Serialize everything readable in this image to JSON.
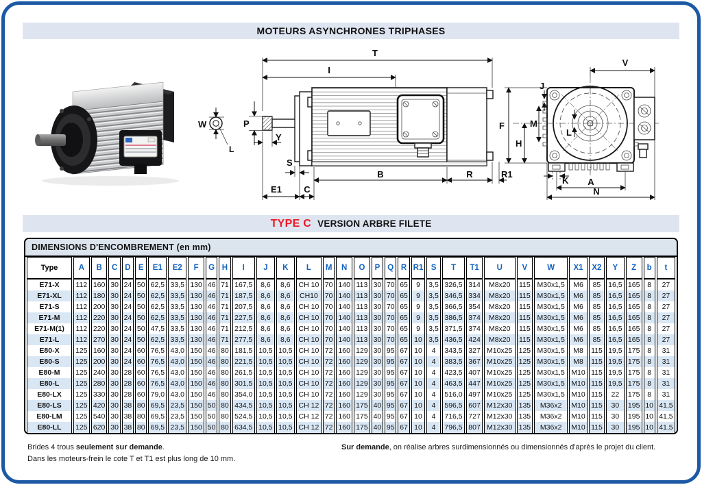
{
  "page_title": "MOTEURS ASYNCHRONES TRIPHASES",
  "section_header": {
    "type": "TYPE C",
    "version": "VERSION ARBRE FILETE"
  },
  "labels": {
    "T": "T",
    "I": "I",
    "S": "S",
    "B": "B",
    "R": "R",
    "R1": "R1",
    "E1": "E1",
    "C": "C",
    "W": "W",
    "P": "P",
    "Y": "Y",
    "L": "L",
    "V": "V",
    "F": "F",
    "H": "H",
    "M": "M",
    "J": "J",
    "K": "K",
    "A": "A",
    "N": "N"
  },
  "table": {
    "caption": "DIMENSIONS D'ENCOMBREMENT (en mm)",
    "type_header": "Type",
    "columns": [
      "A",
      "B",
      "C",
      "D",
      "E",
      "E1",
      "E2",
      "F",
      "G",
      "H",
      "I",
      "J",
      "K",
      "L",
      "M",
      "N",
      "O",
      "P",
      "Q",
      "R",
      "R1",
      "S",
      "T",
      "T1",
      "U",
      "V",
      "W",
      "X1",
      "X2",
      "Y",
      "Z",
      "b",
      "t"
    ],
    "rows": [
      {
        "type": "E71-X",
        "values": [
          "112",
          "160",
          "30",
          "24",
          "50",
          "62,5",
          "33,5",
          "130",
          "46",
          "71",
          "167,5",
          "8,6",
          "8,6",
          "CH 10",
          "70",
          "140",
          "113",
          "30",
          "70",
          "65",
          "9",
          "3,5",
          "326,5",
          "314",
          "M8x20",
          "115",
          "M30x1,5",
          "M6",
          "85",
          "16,5",
          "165",
          "8",
          "27"
        ]
      },
      {
        "type": "E71-XL",
        "values": [
          "112",
          "180",
          "30",
          "24",
          "50",
          "62,5",
          "33,5",
          "130",
          "46",
          "71",
          "187,5",
          "8,6",
          "8,6",
          "CH10",
          "70",
          "140",
          "113",
          "30",
          "70",
          "65",
          "9",
          "3,5",
          "346,5",
          "334",
          "M8x20",
          "115",
          "M30x1,5",
          "M6",
          "85",
          "16,5",
          "165",
          "8",
          "27"
        ]
      },
      {
        "type": "E71-S",
        "values": [
          "112",
          "200",
          "30",
          "24",
          "50",
          "62,5",
          "33,5",
          "130",
          "46",
          "71",
          "207,5",
          "8,6",
          "8,6",
          "CH 10",
          "70",
          "140",
          "113",
          "30",
          "70",
          "65",
          "9",
          "3,5",
          "366,5",
          "354",
          "M8x20",
          "115",
          "M30x1,5",
          "M6",
          "85",
          "16,5",
          "165",
          "8",
          "27"
        ]
      },
      {
        "type": "E71-M",
        "values": [
          "112",
          "220",
          "30",
          "24",
          "50",
          "62,5",
          "33,5",
          "130",
          "46",
          "71",
          "227,5",
          "8,6",
          "8,6",
          "CH 10",
          "70",
          "140",
          "113",
          "30",
          "70",
          "65",
          "9",
          "3,5",
          "386,5",
          "374",
          "M8x20",
          "115",
          "M30x1,5",
          "M6",
          "85",
          "16,5",
          "165",
          "8",
          "27"
        ]
      },
      {
        "type": "E71-M(1)",
        "values": [
          "112",
          "220",
          "30",
          "24",
          "50",
          "47,5",
          "33,5",
          "130",
          "46",
          "71",
          "212,5",
          "8,6",
          "8,6",
          "CH 10",
          "70",
          "140",
          "113",
          "30",
          "70",
          "65",
          "9",
          "3,5",
          "371,5",
          "374",
          "M8x20",
          "115",
          "M30x1,5",
          "M6",
          "85",
          "16,5",
          "165",
          "8",
          "27"
        ]
      },
      {
        "type": "E71-L",
        "values": [
          "112",
          "270",
          "30",
          "24",
          "50",
          "62,5",
          "33,5",
          "130",
          "46",
          "71",
          "277,5",
          "8,6",
          "8,6",
          "CH 10",
          "70",
          "140",
          "113",
          "30",
          "70",
          "65",
          "10",
          "3,5",
          "436,5",
          "424",
          "M8x20",
          "115",
          "M30x1,5",
          "M6",
          "85",
          "16,5",
          "165",
          "8",
          "27"
        ]
      },
      {
        "type": "E80-X",
        "values": [
          "125",
          "160",
          "30",
          "24",
          "60",
          "76,5",
          "43,0",
          "150",
          "46",
          "80",
          "181,5",
          "10,5",
          "10,5",
          "CH 10",
          "72",
          "160",
          "129",
          "30",
          "95",
          "67",
          "10",
          "4",
          "343,5",
          "327",
          "M10x25",
          "125",
          "M30x1,5",
          "M8",
          "115",
          "19,5",
          "175",
          "8",
          "31"
        ]
      },
      {
        "type": "E80-S",
        "values": [
          "125",
          "200",
          "30",
          "24",
          "60",
          "76,5",
          "43,0",
          "150",
          "46",
          "80",
          "221,5",
          "10,5",
          "10,5",
          "CH 10",
          "72",
          "160",
          "129",
          "30",
          "95",
          "67",
          "10",
          "4",
          "383,5",
          "367",
          "M10x25",
          "125",
          "M30x1,5",
          "M8",
          "115",
          "19,5",
          "175",
          "8",
          "31"
        ]
      },
      {
        "type": "E80-M",
        "values": [
          "125",
          "240",
          "30",
          "28",
          "60",
          "76,5",
          "43,0",
          "150",
          "46",
          "80",
          "261,5",
          "10,5",
          "10,5",
          "CH 10",
          "72",
          "160",
          "129",
          "30",
          "95",
          "67",
          "10",
          "4",
          "423,5",
          "407",
          "M10x25",
          "125",
          "M30x1,5",
          "M10",
          "115",
          "19,5",
          "175",
          "8",
          "31"
        ]
      },
      {
        "type": "E80-L",
        "values": [
          "125",
          "280",
          "30",
          "28",
          "60",
          "76,5",
          "43,0",
          "150",
          "46",
          "80",
          "301,5",
          "10,5",
          "10,5",
          "CH 10",
          "72",
          "160",
          "129",
          "30",
          "95",
          "67",
          "10",
          "4",
          "463,5",
          "447",
          "M10x25",
          "125",
          "M30x1,5",
          "M10",
          "115",
          "19,5",
          "175",
          "8",
          "31"
        ]
      },
      {
        "type": "E80-LX",
        "values": [
          "125",
          "330",
          "30",
          "28",
          "60",
          "79,0",
          "43,0",
          "150",
          "46",
          "80",
          "354,0",
          "10,5",
          "10,5",
          "CH 10",
          "72",
          "160",
          "129",
          "30",
          "95",
          "67",
          "10",
          "4",
          "516,0",
          "497",
          "M10x25",
          "125",
          "M30x1,5",
          "M10",
          "115",
          "22",
          "175",
          "8",
          "31"
        ]
      },
      {
        "type": "E80-LS",
        "values": [
          "125",
          "420",
          "30",
          "38",
          "80",
          "69,5",
          "23,5",
          "150",
          "50",
          "80",
          "434,5",
          "10,5",
          "10,5",
          "CH 12",
          "72",
          "160",
          "175",
          "40",
          "95",
          "67",
          "10",
          "4",
          "596,5",
          "607",
          "M12x30",
          "135",
          "M36x2",
          "M10",
          "115",
          "30",
          "195",
          "10",
          "41,5"
        ]
      },
      {
        "type": "E80-LM",
        "values": [
          "125",
          "540",
          "30",
          "38",
          "80",
          "69,5",
          "23,5",
          "150",
          "50",
          "80",
          "524,5",
          "10,5",
          "10,5",
          "CH 12",
          "72",
          "160",
          "175",
          "40",
          "95",
          "67",
          "10",
          "4",
          "716,5",
          "727",
          "M12x30",
          "135",
          "M36x2",
          "M10",
          "115",
          "30",
          "195",
          "10",
          "41,5"
        ]
      },
      {
        "type": "E80-LL",
        "values": [
          "125",
          "620",
          "30",
          "38",
          "80",
          "69,5",
          "23,5",
          "150",
          "50",
          "80",
          "634,5",
          "10,5",
          "10,5",
          "CH 12",
          "72",
          "160",
          "175",
          "40",
          "95",
          "67",
          "10",
          "4",
          "796,5",
          "807",
          "M12x30",
          "135",
          "M36x2",
          "M10",
          "115",
          "30",
          "195",
          "10",
          "41,5"
        ]
      }
    ]
  },
  "footnotes": {
    "left_line1_prefix": "Brides 4 trous ",
    "left_line1_bold": "seulement sur demande",
    "left_line1_suffix": ".",
    "left_line2": "Dans les moteurs-frein le cote T et T1 est plus long de 10 mm.",
    "right_bold": "Sur demande",
    "right_text": ", on réalise arbres surdimensionnés ou dimensionnés d'après le projet du client."
  },
  "colors": {
    "frame_blue": "#1c59a5",
    "band_background": "#dee5f1",
    "stripe_background": "#d9e7f5",
    "column_header_blue": "#1463bf",
    "accent_red": "#ec1a23"
  }
}
